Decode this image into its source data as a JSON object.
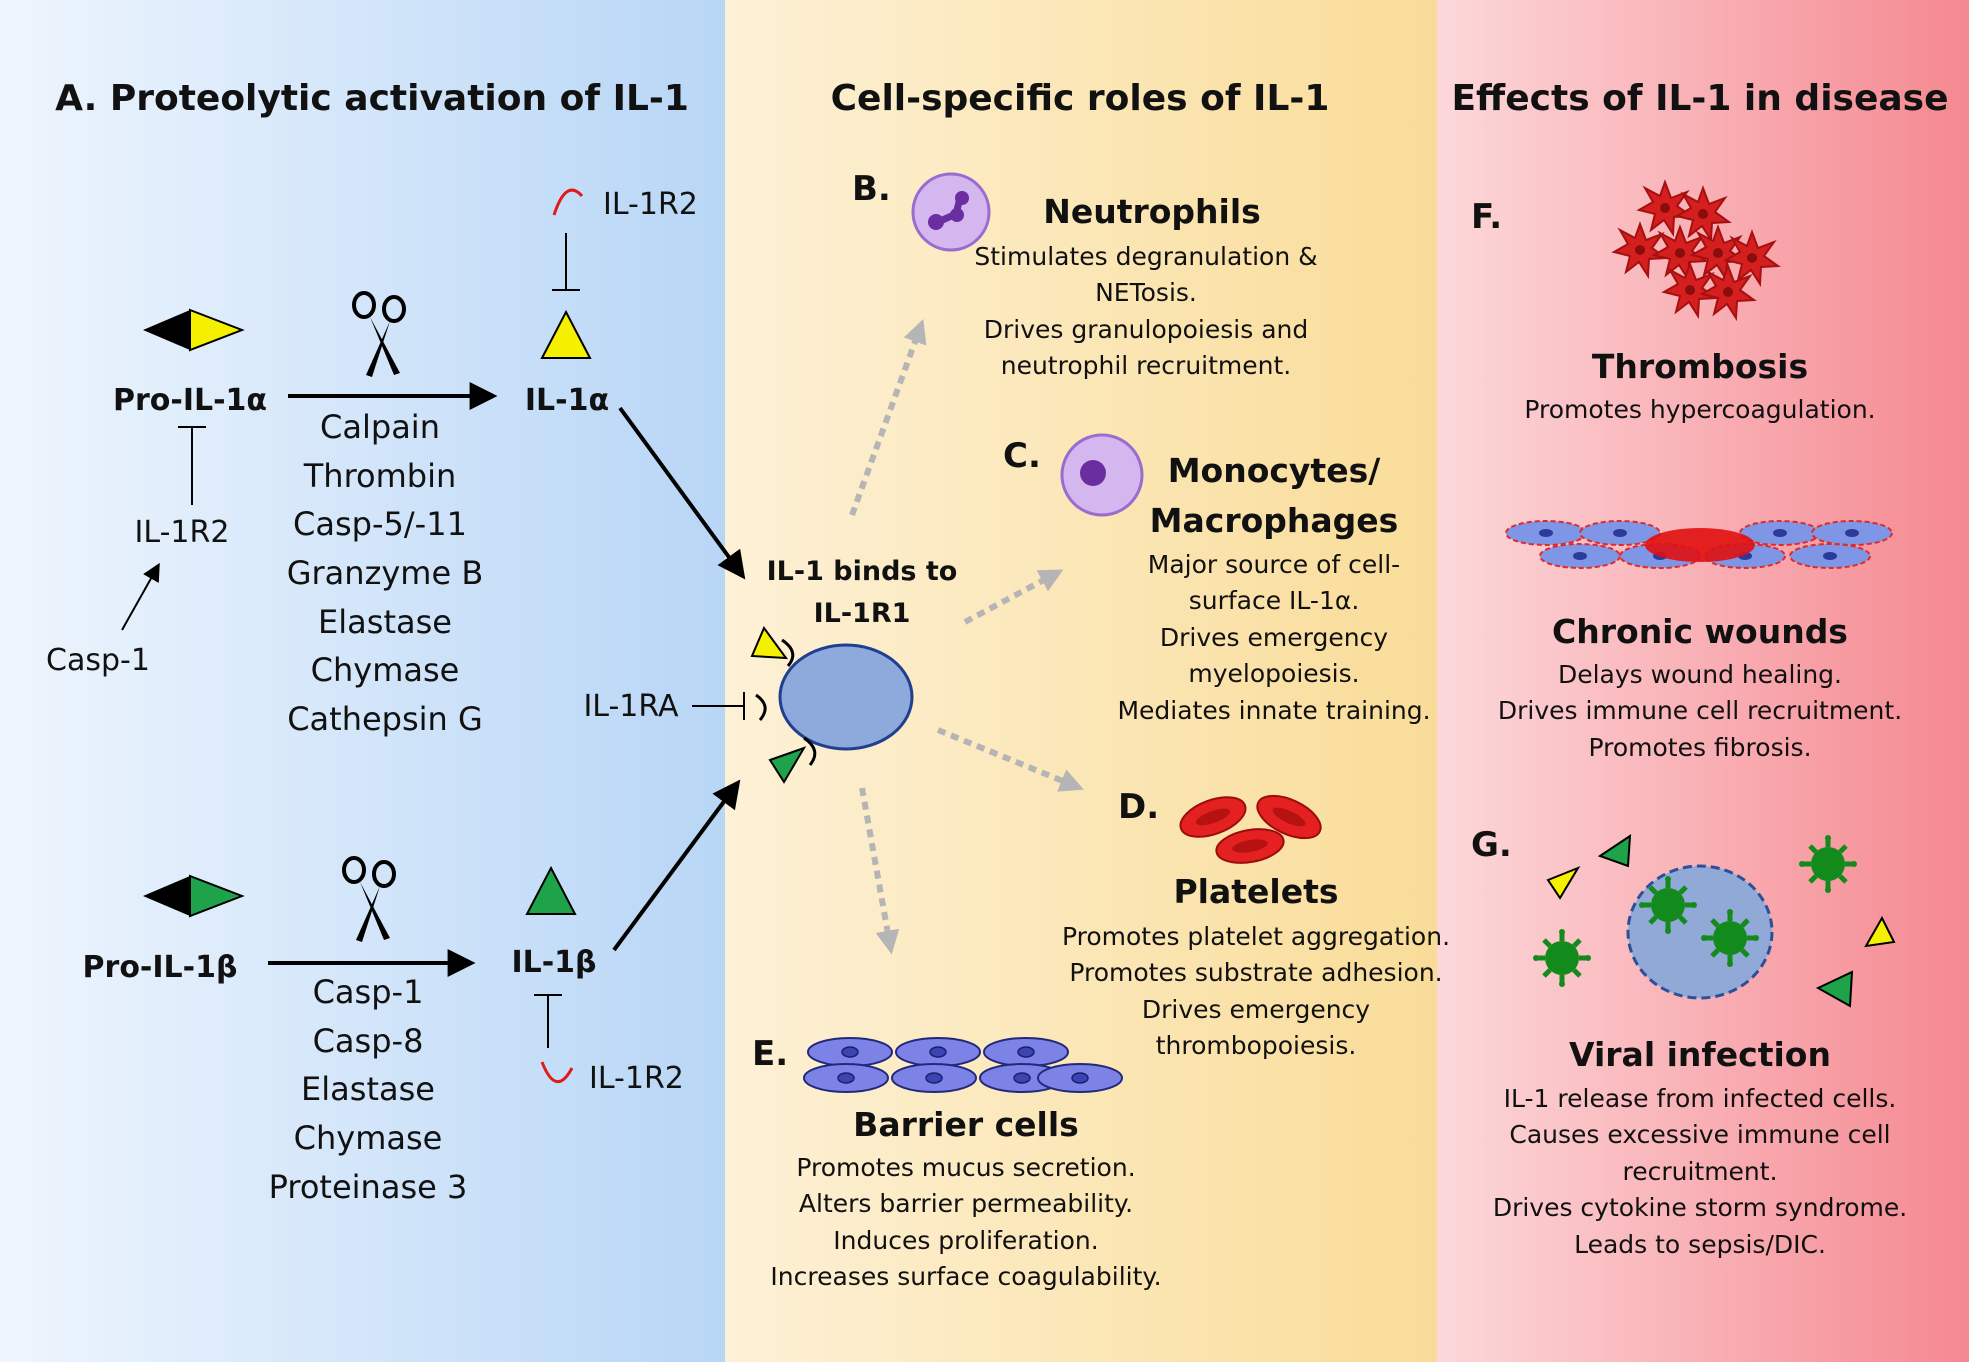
{
  "panels": {
    "left_title": "A. Proteolytic activation of IL-1",
    "middle_title": "Cell-specific roles of IL-1",
    "right_title": "Effects of IL-1 in disease"
  },
  "colors": {
    "left_bg": "#bcd8f5",
    "middle_bg": "#fbe3a8",
    "right_bg": "#f7a7ad",
    "il1a_triangle": "#f5f000",
    "il1b_triangle": "#1ea34a",
    "cell_blue": "#8ea9dc",
    "red": "#d81d1d"
  },
  "panel_a": {
    "pro_il1a": "Pro-IL-1α",
    "il1a": "IL-1α",
    "il1r2_top": "IL-1R2",
    "il1r2_left": "IL-1R2",
    "casp1": "Casp-1",
    "il1a_proteases": [
      "Calpain",
      "Thrombin",
      "Casp-5/-11",
      "Granzyme B",
      "Elastase",
      "Chymase",
      "Cathepsin G"
    ],
    "il1ra": "IL-1RA",
    "pro_il1b": "Pro-IL-1β",
    "il1b": "IL-1β",
    "il1r2_bottom": "IL-1R2",
    "il1b_proteases": [
      "Casp-1",
      "Casp-8",
      "Elastase",
      "Chymase",
      "Proteinase 3"
    ],
    "binding_line1": "IL-1 binds to",
    "binding_line2": "IL-1R1",
    "icons": [
      "scissors-icon",
      "receptor-cell-icon",
      "triangle-icon"
    ]
  },
  "panel_b": {
    "letter": "B.",
    "title": "Neutrophils",
    "lines": [
      "Stimulates degranulation &",
      "NETosis.",
      "Drives granulopoiesis and",
      "neutrophil recruitment."
    ]
  },
  "panel_c": {
    "letter": "C.",
    "title_line1": "Monocytes/",
    "title_line2": "Macrophages",
    "lines": [
      "Major source of cell-",
      "surface IL-1α.",
      "Drives emergency",
      "myelopoiesis.",
      "Mediates innate training."
    ]
  },
  "panel_d": {
    "letter": "D.",
    "title": "Platelets",
    "lines": [
      "Promotes platelet aggregation.",
      "Promotes substrate adhesion.",
      "Drives emergency",
      "thrombopoiesis."
    ]
  },
  "panel_e": {
    "letter": "E.",
    "title": "Barrier cells",
    "lines": [
      "Promotes mucus secretion.",
      "Alters barrier permeability.",
      "Induces proliferation.",
      "Increases surface coagulability."
    ]
  },
  "panel_f": {
    "letter": "F.",
    "thrombosis_title": "Thrombosis",
    "thrombosis_lines": [
      "Promotes hypercoagulation."
    ],
    "wounds_title": "Chronic wounds",
    "wounds_lines": [
      "Delays wound healing.",
      "Drives immune cell recruitment.",
      "Promotes fibrosis."
    ]
  },
  "panel_g": {
    "letter": "G.",
    "title": "Viral infection",
    "lines": [
      "IL-1 release from infected cells.",
      "Causes excessive immune cell",
      "recruitment.",
      "Drives cytokine storm syndrome.",
      "Leads to sepsis/DIC."
    ]
  }
}
